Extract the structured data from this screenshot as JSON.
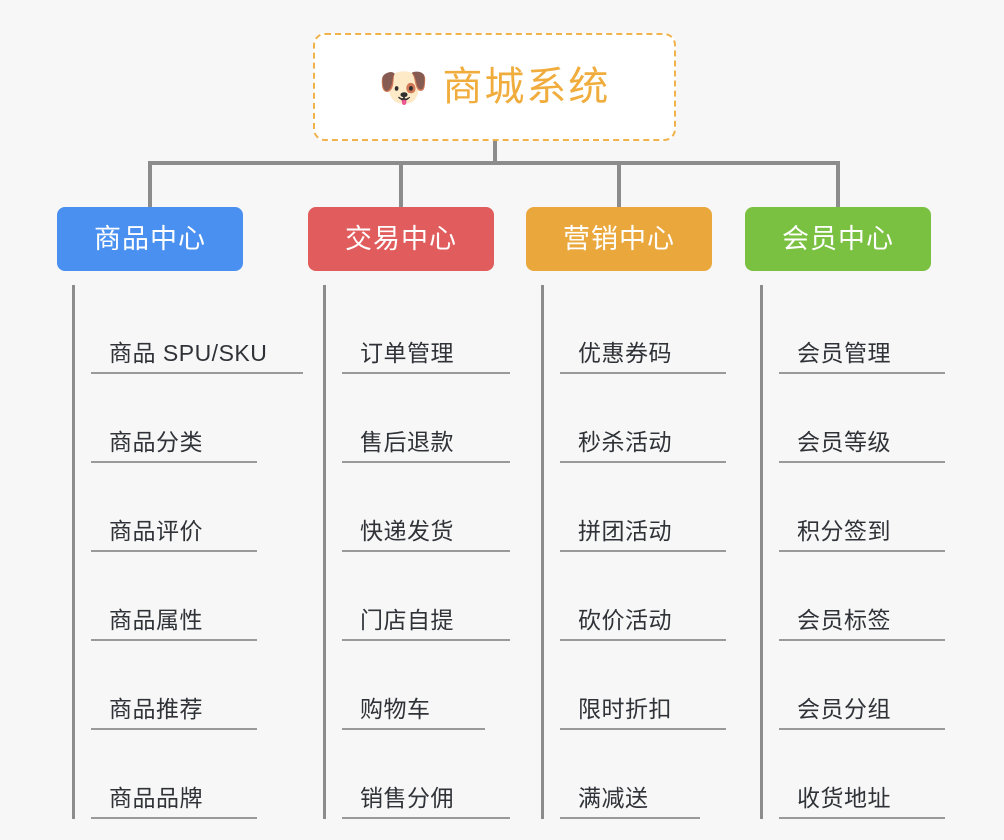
{
  "page": {
    "background_color": "#f7f7f7",
    "diagram_type": "mind-map"
  },
  "root": {
    "icon": "dog-face-emoji",
    "icon_glyph": "🐶",
    "title": "商城系统",
    "text_color": "#f0ad3e",
    "border_color": "#f0b24a",
    "fill_color": "#ffffff"
  },
  "connector_color": "#8c8c8c",
  "branches": [
    {
      "label": "商品中心",
      "color": "#4a90f0",
      "items": [
        {
          "label": "商品 SPU/SKU",
          "wide": true
        },
        {
          "label": "商品分类",
          "wide": false
        },
        {
          "label": "商品评价",
          "wide": false
        },
        {
          "label": "商品属性",
          "wide": false
        },
        {
          "label": "商品推荐",
          "wide": false
        },
        {
          "label": "商品品牌",
          "wide": false
        }
      ]
    },
    {
      "label": "交易中心",
      "color": "#e15c5c",
      "items": [
        {
          "label": "订单管理",
          "wide": true
        },
        {
          "label": "售后退款",
          "wide": true
        },
        {
          "label": "快递发货",
          "wide": true
        },
        {
          "label": "门店自提",
          "wide": true
        },
        {
          "label": "购物车",
          "wide": false
        },
        {
          "label": "销售分佣",
          "wide": true
        }
      ]
    },
    {
      "label": "营销中心",
      "color": "#eaa83c",
      "items": [
        {
          "label": "优惠券码",
          "wide": true
        },
        {
          "label": "秒杀活动",
          "wide": true
        },
        {
          "label": "拼团活动",
          "wide": true
        },
        {
          "label": "砍价活动",
          "wide": true
        },
        {
          "label": "限时折扣",
          "wide": true
        },
        {
          "label": "满减送",
          "wide": false
        }
      ]
    },
    {
      "label": "会员中心",
      "color": "#7ac142",
      "items": [
        {
          "label": "会员管理",
          "wide": true
        },
        {
          "label": "会员等级",
          "wide": true
        },
        {
          "label": "积分签到",
          "wide": true
        },
        {
          "label": "会员标签",
          "wide": true
        },
        {
          "label": "会员分组",
          "wide": true
        },
        {
          "label": "收货地址",
          "wide": true
        }
      ]
    }
  ]
}
